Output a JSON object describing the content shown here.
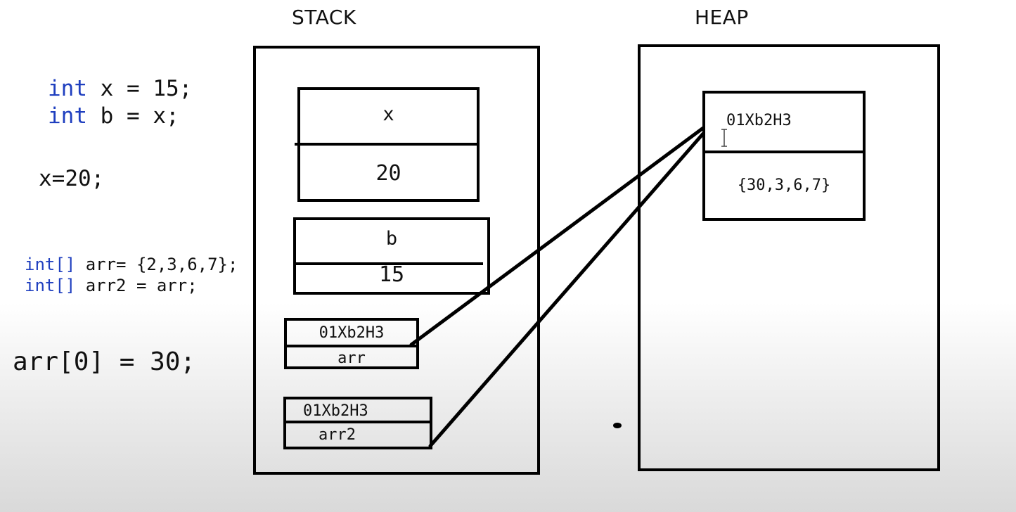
{
  "titles": {
    "stack": "STACK",
    "heap": "HEAP"
  },
  "code": {
    "line1_kw": "int",
    "line1_rest": " x = 15;",
    "line2_kw": "int",
    "line2_rest": " b = x;",
    "line3": "x=20;",
    "line4_kw": "int[]",
    "line4_rest": " arr= {2,3,6,7};",
    "line5_kw": "int[]",
    "line5_rest": " arr2 = arr;",
    "line6": "arr[0] = 30;"
  },
  "stack": {
    "x": {
      "name": "x",
      "value": "20"
    },
    "b": {
      "name": "b",
      "value": "15"
    },
    "arr": {
      "ref": "01Xb2H3",
      "name": "arr"
    },
    "arr2": {
      "ref": "01Xb2H3",
      "name": "arr2"
    }
  },
  "heap": {
    "object": {
      "address": "01Xb2H3",
      "contents": "{30,3,6,7}"
    }
  },
  "colors": {
    "keyword": "#1f3fbf",
    "line": "#000000"
  }
}
